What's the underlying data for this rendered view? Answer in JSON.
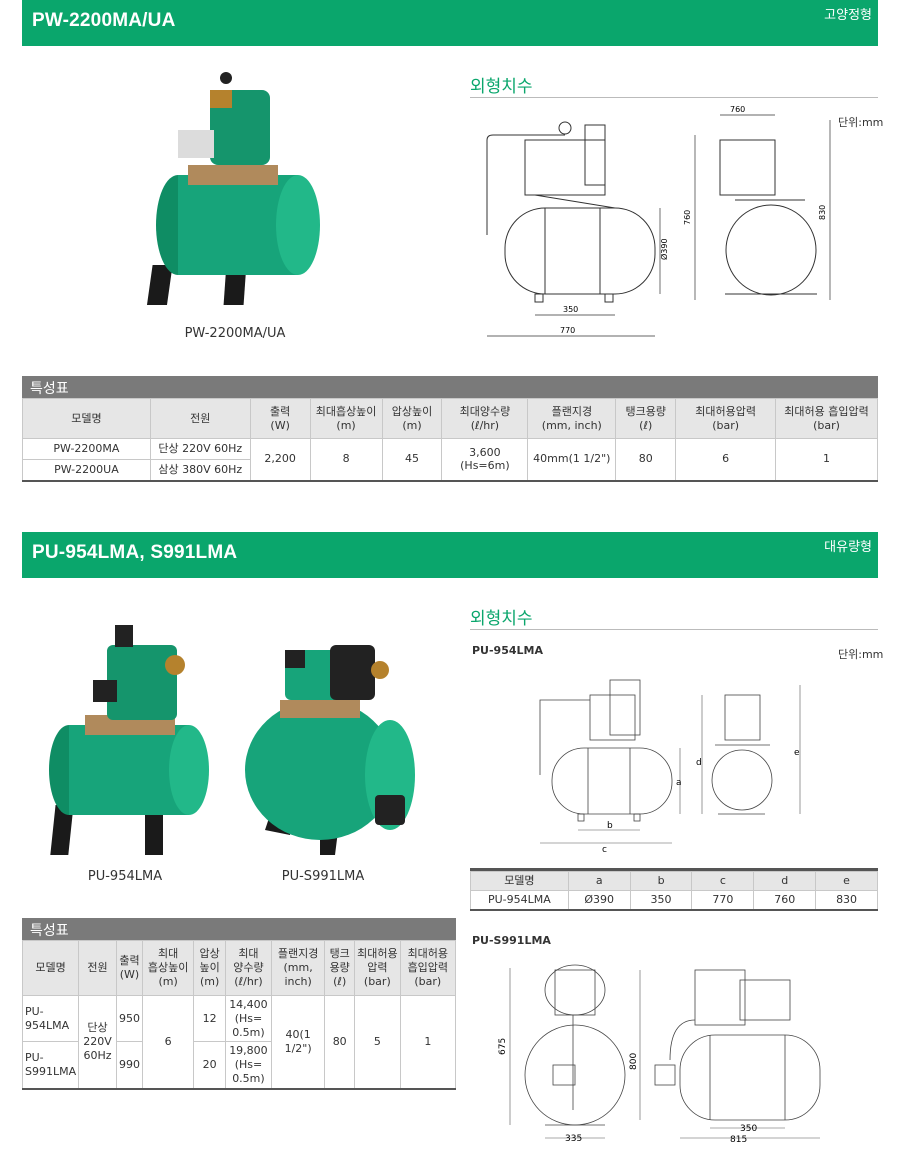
{
  "section1": {
    "title": "PW-2200MA/UA",
    "tag": "고양정형",
    "photo_caption": "PW-2200MA/UA",
    "dims_title": "외형치수",
    "unit": "단위:mm",
    "dims": {
      "w_top": "760",
      "h_total": "830",
      "h_mid": "760",
      "dia": "Ø390",
      "base": "350",
      "length": "770"
    },
    "spec_title": "특성표",
    "headers": [
      "모델명",
      "전원",
      "출력\n(W)",
      "최대흡상높이\n(m)",
      "압상높이\n(m)",
      "최대양수량\n(ℓ/hr)",
      "플랜지경\n(mm, inch)",
      "탱크용량\n(ℓ)",
      "최대허용압력\n(bar)",
      "최대허용 흡입압력\n(bar)"
    ],
    "rows": [
      {
        "model": "PW-2200MA",
        "power": "단상 220V 60Hz"
      },
      {
        "model": "PW-2200UA",
        "power": "삼상 380V 60Hz"
      }
    ],
    "shared": {
      "output": "2,200",
      "suction": "8",
      "head": "45",
      "flow": "3,600\n(Hs=6m)",
      "flange": "40mm(1 1/2\")",
      "tank": "80",
      "max_pressure": "6",
      "max_suction_pressure": "1"
    }
  },
  "section2": {
    "title": "PU-954LMA, S991LMA",
    "tag": "대유량형",
    "photo_caption_1": "PU-954LMA",
    "photo_caption_2": "PU-S991LMA",
    "dims_title": "외형치수",
    "unit": "단위:mm",
    "model_label_1": "PU-954LMA",
    "model_label_2": "PU-S991LMA",
    "dim_letters": {
      "a": "a",
      "b": "b",
      "c": "c",
      "d": "d",
      "e": "e"
    },
    "dim_table": {
      "headers": [
        "모델명",
        "a",
        "b",
        "c",
        "d",
        "e"
      ],
      "row": [
        "PU-954LMA",
        "Ø390",
        "350",
        "770",
        "760",
        "830"
      ]
    },
    "s991_dims": {
      "h1": "675",
      "h2": "800",
      "w1": "335",
      "w2": "350",
      "w3": "815"
    },
    "spec_title": "특성표",
    "headers": [
      "모델명",
      "전원",
      "출력\n(W)",
      "최대\n흡상높이\n(m)",
      "압상\n높이\n(m)",
      "최대\n양수량\n(ℓ/hr)",
      "플랜지경\n(mm, inch)",
      "탱크\n용량\n(ℓ)",
      "최대허용\n압력\n(bar)",
      "최대허용\n흡입압력\n(bar)"
    ],
    "rows": [
      {
        "model": "PU-\n954LMA",
        "output": "950",
        "head": "12",
        "flow": "14,400\n(Hs=\n0.5m)"
      },
      {
        "model": "PU-\nS991LMA",
        "output": "990",
        "head": "20",
        "flow": "19,800\n(Hs=\n0.5m)"
      }
    ],
    "shared": {
      "power": "단상\n220V\n60Hz",
      "suction": "6",
      "flange": "40(1 1/2\")",
      "tank": "80",
      "max_pressure": "5",
      "max_suction_pressure": "1"
    }
  },
  "colors": {
    "brand_green": "#0aa66c",
    "pump_green": "#17a47a",
    "header_grey": "#7a7a7a"
  }
}
